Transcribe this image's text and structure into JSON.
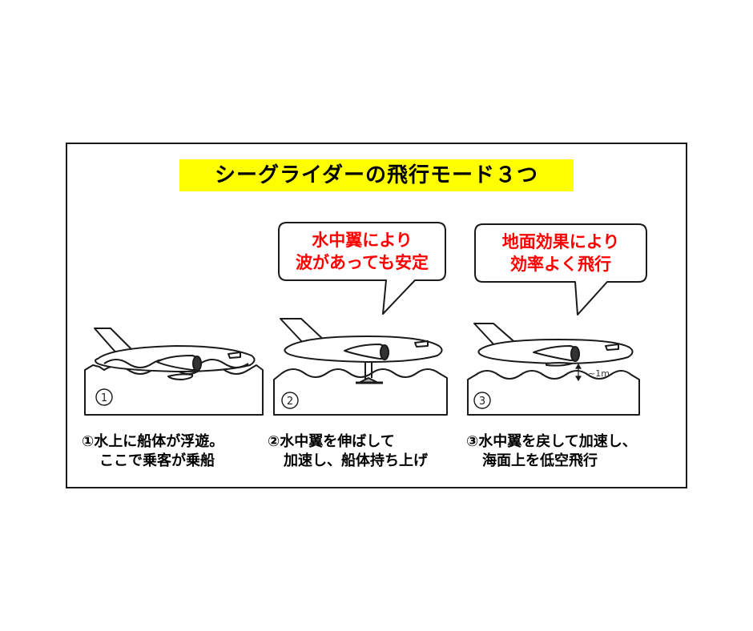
{
  "title": "シーグライダーの飛行モード３つ",
  "colors": {
    "title_bg": "#ffff00",
    "bubble_text": "#ff0000",
    "line": "#1a1a1a",
    "background": "#ffffff"
  },
  "bubbles": [
    {
      "line1": "水中翼により",
      "line2": "波があっても安定"
    },
    {
      "line1": "地面効果により",
      "line2": "効率よく飛行"
    }
  ],
  "modes": [
    {
      "number": "1",
      "caption_line1": "①水上に船体が浮遊。",
      "caption_line2": "ここで乗客が乗船"
    },
    {
      "number": "2",
      "caption_line1": "②水中翼を伸ばして",
      "caption_line2": "加速し、船体持ち上げ"
    },
    {
      "number": "3",
      "caption_line1": "③水中翼を戻して加速し、",
      "caption_line2": "海面上を低空飛行",
      "altitude_label": "~1m"
    }
  ]
}
